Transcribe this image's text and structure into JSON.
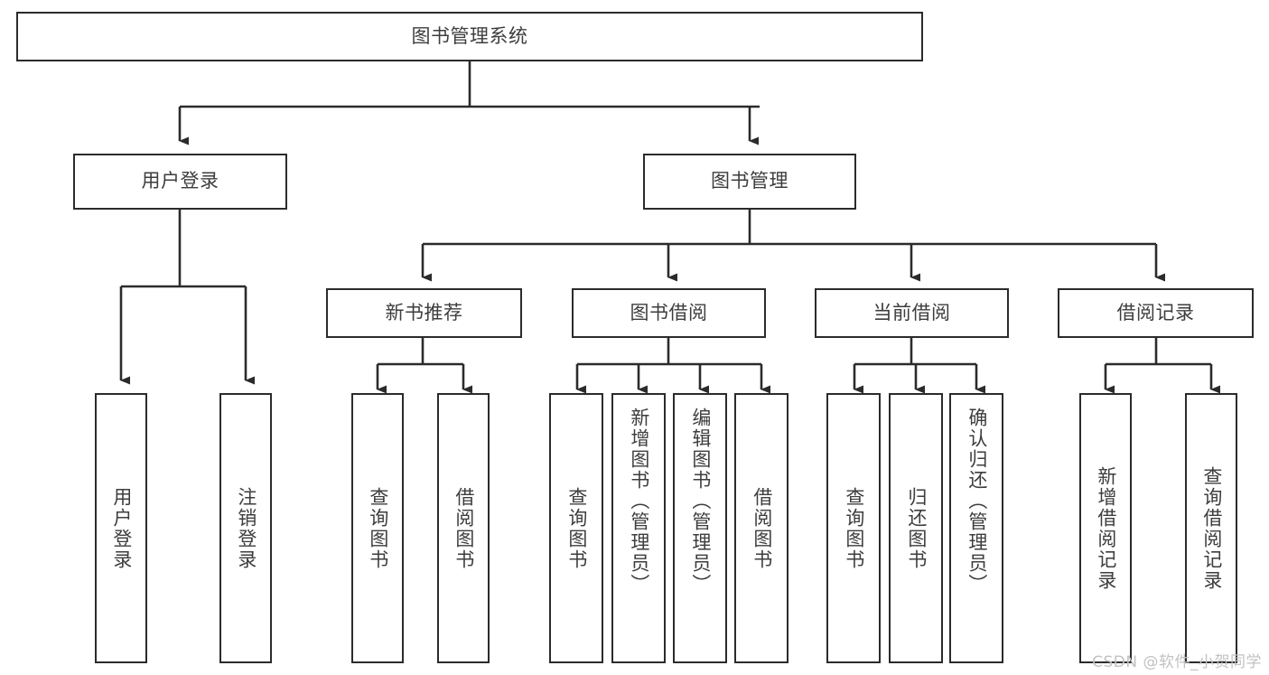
{
  "diagram": {
    "title": "图书管理系统",
    "watermark": "CSDN @软件_小贺同学",
    "line_color": "#2b2b2b",
    "text_color": "#3d3d3d",
    "background": "#ffffff",
    "root": {
      "label": "图书管理系统"
    },
    "level1": [
      {
        "label": "用户登录"
      },
      {
        "label": "图书管理"
      }
    ],
    "level2": [
      {
        "label": "新书推荐"
      },
      {
        "label": "图书借阅"
      },
      {
        "label": "当前借阅"
      },
      {
        "label": "借阅记录"
      }
    ],
    "leaves": {
      "user_login": [
        {
          "label": "用户登录"
        },
        {
          "label": "注销登录"
        }
      ],
      "new_book_recommend": [
        {
          "label": "查询图书"
        },
        {
          "label": "借阅图书"
        }
      ],
      "book_borrow": [
        {
          "label": "查询图书"
        },
        {
          "label": "新增图书（管理员）"
        },
        {
          "label": "编辑图书（管理员）"
        },
        {
          "label": "借阅图书"
        }
      ],
      "current_borrow": [
        {
          "label": "查询图书"
        },
        {
          "label": "归还图书"
        },
        {
          "label": "确认归还（管理员）"
        }
      ],
      "borrow_record": [
        {
          "label": "新增借阅记录"
        },
        {
          "label": "查询借阅记录"
        }
      ]
    }
  }
}
